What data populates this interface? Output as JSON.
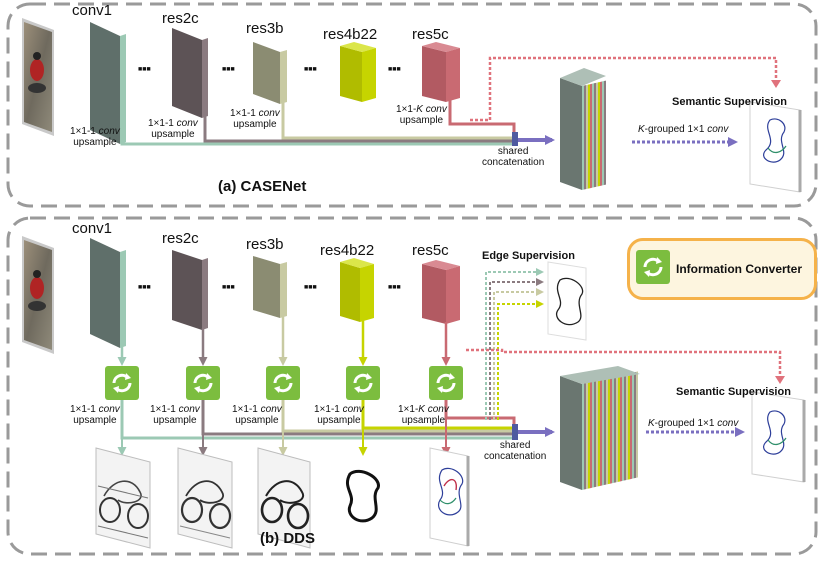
{
  "panel_a": {
    "title": "(a) CASENet",
    "layers": [
      "conv1",
      "res2c",
      "res3b",
      "res4b22",
      "res5c"
    ],
    "dots": [
      "■■■",
      "■■■",
      "■■■",
      "■■■"
    ],
    "upsample_conv1": {
      "line1_prefix": "1×1-1 ",
      "line1_em": "conv",
      "line2": "upsample"
    },
    "upsample_res2c": {
      "line1_prefix": "1×1-1 ",
      "line1_em": "conv",
      "line2": "upsample"
    },
    "upsample_res3b": {
      "line1_prefix": "1×1-1 ",
      "line1_em": "conv",
      "line2": "upsample"
    },
    "upsample_res5c": {
      "line1_prefix": "1×1-",
      "line1_em": "K conv",
      "line2": "upsample"
    },
    "shared": {
      "line1": "shared",
      "line2": "concatenation"
    },
    "grouped": {
      "em": "K",
      "rest": "-grouped 1×1 ",
      "em2": "conv"
    },
    "semantic_supervision": "Semantic Supervision"
  },
  "panel_b": {
    "title": "(b) DDS",
    "layers": [
      "conv1",
      "res2c",
      "res3b",
      "res4b22",
      "res5c"
    ],
    "dots": [
      "■■■",
      "■■■",
      "■■■",
      "■■■"
    ],
    "upsample_conv1": {
      "line1_prefix": "1×1-1 ",
      "line1_em": "conv",
      "line2": "upsample"
    },
    "upsample_res2c": {
      "line1_prefix": "1×1-1 ",
      "line1_em": "conv",
      "line2": "upsample"
    },
    "upsample_res3b": {
      "line1_prefix": "1×1-1 ",
      "line1_em": "conv",
      "line2": "upsample"
    },
    "upsample_res4b22": {
      "line1_prefix": "1×1-1 ",
      "line1_em": "conv",
      "line2": "upsample"
    },
    "upsample_res5c": {
      "line1_prefix": "1×1-",
      "line1_em": "K conv",
      "line2": "upsample"
    },
    "shared": {
      "line1": "shared",
      "line2": "concatenation"
    },
    "grouped": {
      "em": "K",
      "rest": "-grouped 1×1 ",
      "em2": "conv"
    },
    "edge_supervision": "Edge Supervision",
    "semantic_supervision": "Semantic Supervision",
    "legend": "Information Converter"
  },
  "colors": {
    "conv1": "#9cc9b4",
    "res2c": "#8b7b80",
    "res3b": "#c8caa2",
    "res4b22": "#c6d400",
    "res5c": "#c96a72",
    "concat_arrow": "#7a6fc0",
    "dashed_border": "#9a9a9a",
    "converter_green": "#7cbd3f",
    "legend_border": "#f5b24a"
  }
}
